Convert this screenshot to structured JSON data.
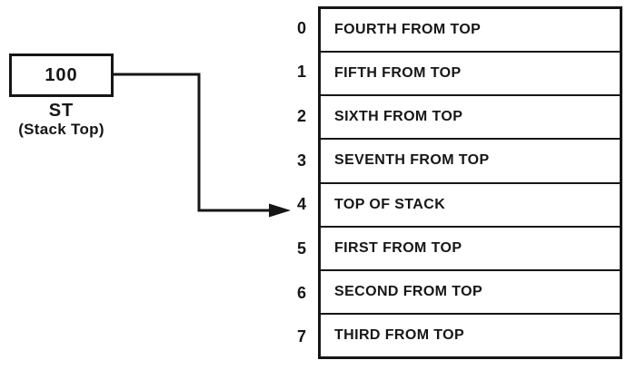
{
  "register": {
    "value": "100",
    "name": "ST",
    "caption": "(Stack Top)"
  },
  "stack": {
    "pointed_row_index": "4",
    "rows": [
      {
        "index": "0",
        "label": "FOURTH FROM TOP"
      },
      {
        "index": "1",
        "label": "FIFTH FROM TOP"
      },
      {
        "index": "2",
        "label": "SIXTH FROM TOP"
      },
      {
        "index": "3",
        "label": "SEVENTH FROM TOP"
      },
      {
        "index": "4",
        "label": "TOP OF STACK"
      },
      {
        "index": "5",
        "label": "FIRST FROM TOP"
      },
      {
        "index": "6",
        "label": "SECOND FROM TOP"
      },
      {
        "index": "7",
        "label": "THIRD FROM TOP"
      }
    ]
  },
  "colors": {
    "ink": "#161616",
    "background": "#ffffff"
  }
}
